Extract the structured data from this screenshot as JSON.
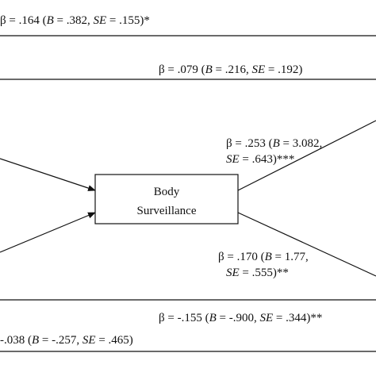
{
  "paths": {
    "top_direct": {
      "beta": "β = .164 (",
      "b_label": "B",
      "b_value": " = .382, ",
      "se_label": "SE",
      "se_value": " = .155)*"
    },
    "second_direct": {
      "beta": "β = .079 (",
      "b_label": "B",
      "b_value": " = .216, ",
      "se_label": "SE",
      "se_value": " = .192)"
    },
    "upper_right": {
      "line1_beta": "β = .253 (",
      "line1_b_label": "B",
      "line1_b_value": " = 3.082,",
      "line2_se_label": "SE",
      "line2_se_value": " = .643)***"
    },
    "lower_right": {
      "line1_beta": "β = .170 (",
      "line1_b_label": "B",
      "line1_b_value": " = 1.77,",
      "line2_se_label": "SE",
      "line2_se_value": " = .555)**"
    },
    "bottom_direct_upper": {
      "beta": "β = -.155 (",
      "b_label": "B",
      "b_value": " = -.900, ",
      "se_label": "SE",
      "se_value": " = .344)**"
    },
    "bottom_direct_lower": {
      "beta": "-.038 (",
      "b_label": "B",
      "b_value": " = -.257, ",
      "se_label": "SE",
      "se_value": " = .465)"
    }
  },
  "mediator": {
    "line1": "Body",
    "line2": "Surveillance"
  }
}
